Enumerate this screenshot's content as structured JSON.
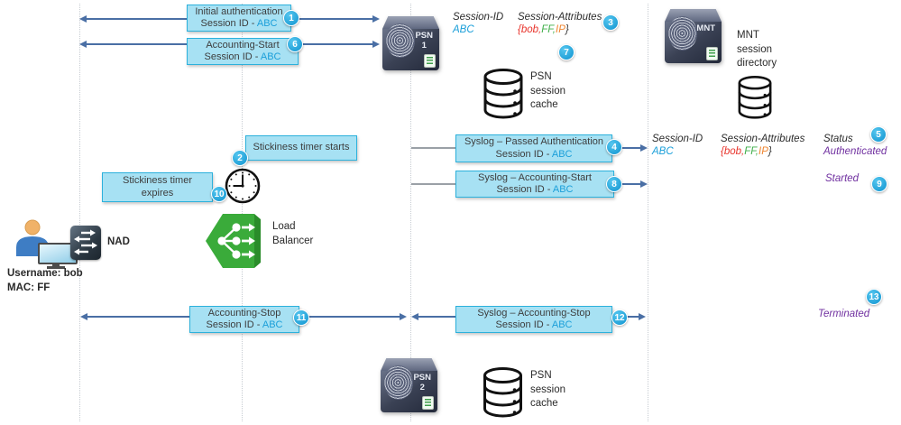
{
  "colors": {
    "accent_blue": "#1b9fd9",
    "box_fill": "#a7e1f3",
    "box_border": "#2cb1dc",
    "arrow": "#4a6fa5",
    "status_purple": "#7030a0",
    "attr_red": "#e8342c",
    "attr_green": "#3fae49",
    "attr_orange": "#ef8632",
    "badge_blue": "#0f93cf",
    "lb_green": "#3aab3a"
  },
  "user": {
    "username": "Username: bob",
    "mac": "MAC: FF"
  },
  "nad": {
    "label": "NAD"
  },
  "load_balancer": {
    "label": "Load\nBalancer"
  },
  "messages": {
    "initial_auth": {
      "badge": "1",
      "line1": "Initial authentication",
      "line2_prefix": "Session ID - ",
      "session_id": "ABC"
    },
    "acct_start": {
      "badge": "6",
      "line1": "Accounting-Start",
      "line2_prefix": "Session ID - ",
      "session_id": "ABC"
    },
    "stick_start": {
      "badge": "2",
      "line1": "Stickiness timer starts"
    },
    "stick_expire": {
      "badge": "10",
      "line1": "Stickiness timer",
      "line2": "expires"
    },
    "syslog_auth": {
      "badge": "4",
      "line1": "Syslog – Passed Authentication",
      "line2_prefix": "Session ID - ",
      "session_id": "ABC"
    },
    "syslog_start": {
      "badge": "8",
      "line1": "Syslog – Accounting-Start",
      "line2_prefix": "Session ID - ",
      "session_id": "ABC"
    },
    "acct_stop": {
      "badge": "11",
      "line1": "Accounting-Stop",
      "line2_prefix": "Session ID - ",
      "session_id": "ABC"
    },
    "syslog_stop": {
      "badge": "12",
      "line1": "Syslog – Accounting-Stop",
      "line2_prefix": "Session ID - ",
      "session_id": "ABC"
    }
  },
  "psn_store": {
    "session_id_label": "Session-ID",
    "session_id_value": "ABC",
    "attributes_label": "Session-Attributes",
    "badge_attrs": "3",
    "badge_update": "7",
    "attr_open_brace": "{",
    "attr_user": "bob,",
    "attr_mac": "FF,",
    "attr_ip": "IP",
    "attr_close_brace": "}"
  },
  "mnt_store": {
    "session_id_label": "Session-ID",
    "session_id_value": "ABC",
    "attributes_label": "Session-Attributes",
    "attr_open_brace": "{",
    "attr_user": "bob,",
    "attr_mac": "FF,",
    "attr_ip": "IP",
    "attr_close_brace": "}",
    "status_label": "Status",
    "badge_status": "5",
    "status_authenticated": "Authenticated",
    "status_started": "Started",
    "badge_started": "9",
    "status_terminated": "Terminated",
    "badge_terminated": "13"
  },
  "nodes": {
    "psn1": {
      "name": "PSN\n1"
    },
    "psn2": {
      "name": "PSN\n2"
    },
    "mnt": {
      "name": "MNT"
    },
    "psn_cache_top": "PSN\nsession\ncache",
    "psn_cache_bottom": "PSN\nsession\ncache",
    "mnt_directory": "MNT\nsession\ndirectory"
  }
}
